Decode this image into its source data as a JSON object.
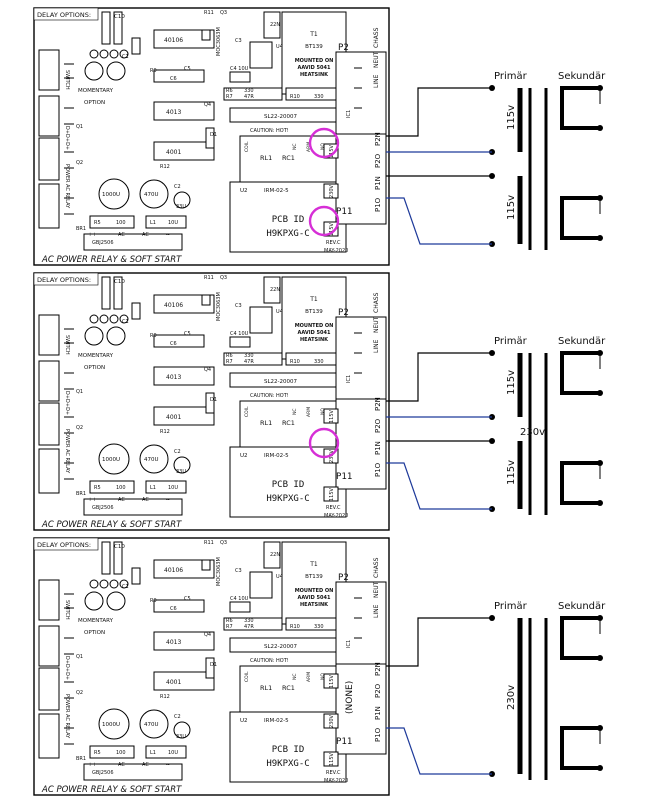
{
  "colors": {
    "black": "#000000",
    "blue": "#1e3a9a",
    "magenta": "#d62fd6",
    "gray": "#888888"
  },
  "transformer": {
    "primary_label": "Primär",
    "secondary_label": "Sekundär"
  },
  "pcb": {
    "delay_options": "DELAY OPTIONS:",
    "c10": "C10",
    "q3": "Q3",
    "r11": "R11",
    "chip_40106": "40106",
    "c3": "C3",
    "r22n": "22N",
    "t1": "T1",
    "t1_part": "BT139",
    "mounted": "MOUNTED ON",
    "aavid": "AAVID 5041",
    "heatsink": "HEATSINK",
    "q1": "Q1",
    "q2": "Q2",
    "u4": "U4",
    "c1": "C1",
    "r9": "R9",
    "c6": "C6",
    "c5": "C5",
    "c4_10u": "C4 10U",
    "r7": "R7",
    "r7v": "47R",
    "r6": "R6",
    "r6v": "330",
    "r10": "R10",
    "r10v": "330",
    "moc": "MOC3063M",
    "momentary": "MOMENTARY",
    "option": "OPTION",
    "chip_4013": "4013",
    "chip_4001": "4001",
    "q4": "Q4",
    "sl22": "SL22-20007",
    "ic1": "IC1",
    "caution": "CAUTION: HOT!",
    "d1": "D1",
    "rl1": "RL1",
    "rc1": "RC1",
    "coil": "COIL",
    "nc": "NC",
    "arm": "ARM",
    "no": "NO",
    "r12": "R12",
    "c2": "C2",
    "c33u": "33U",
    "c1000": "1000U",
    "c470": "470U",
    "u2": "U2",
    "irm": "IRM-02-5",
    "r5": "R5",
    "r5v": "100",
    "l1": "L1",
    "l1v": "10U",
    "br1": "BR1",
    "gbj": "GBJ2506",
    "plus": "++",
    "ac1": "AC",
    "ac2": "AC",
    "minus": "--",
    "pcb_id": "PCB ID",
    "pcb_code": "H9KPXG-C",
    "rev": "REV.C",
    "may": "MAY-2020",
    "footer": "AC POWER RELAY & SOFT START",
    "switch": "SWITCH",
    "ddd": "D+D+D+",
    "power": "POWER AC RELAY",
    "conn_labels": [
      "LINE",
      "NEUT",
      "CHASS"
    ],
    "p2": "P2",
    "p11": "P11",
    "pin_labels": [
      "P2N",
      "P2O",
      "P1N",
      "P1O"
    ],
    "sel_115": "115V",
    "sel_230": "230V"
  },
  "panels": [
    {
      "winding_top": "115v",
      "winding_bottom": "115v",
      "middle_label": "",
      "selector": ""
    },
    {
      "winding_top": "115v",
      "winding_bottom": "115v",
      "middle_label": "230v",
      "selector": ""
    },
    {
      "winding_top": "",
      "winding_bottom": "",
      "middle_label": "230v",
      "selector": "(NONE)"
    }
  ]
}
